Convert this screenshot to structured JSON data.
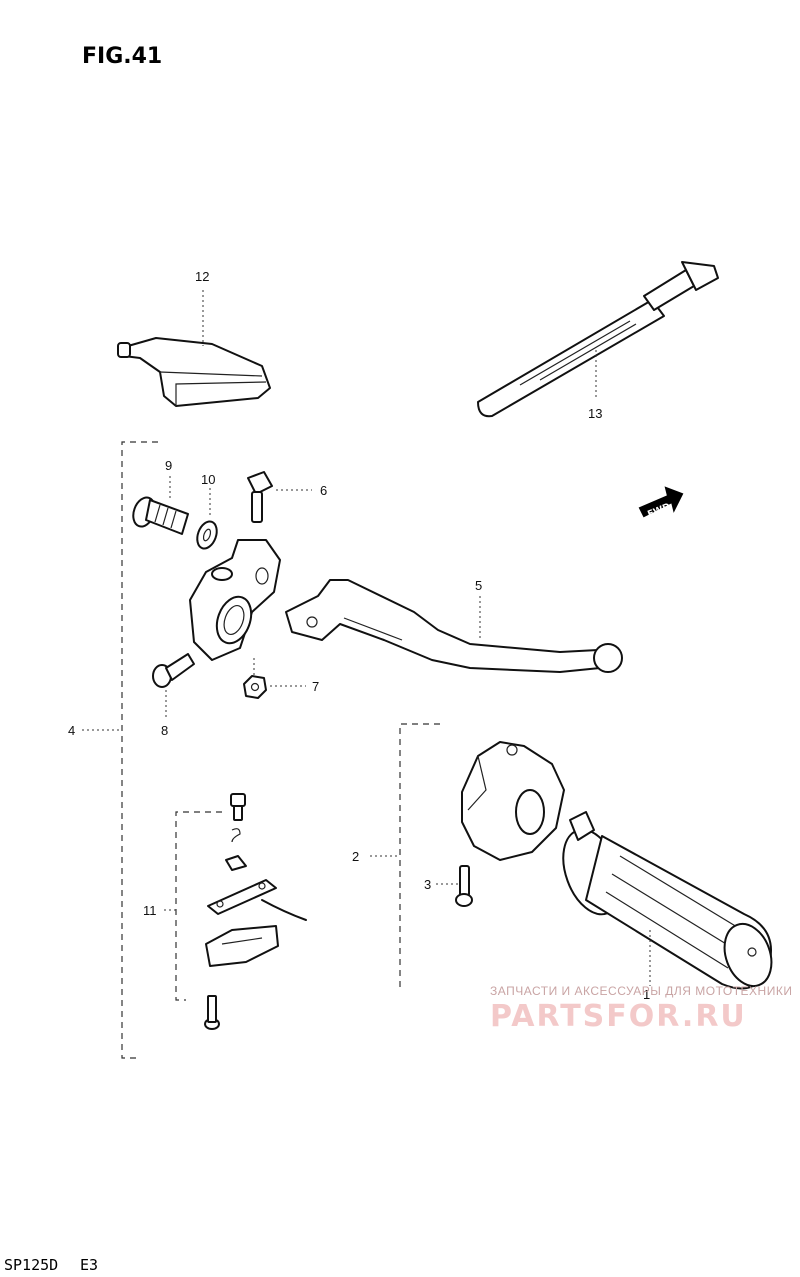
{
  "figure": {
    "title": "FIG.41"
  },
  "model_code": "SP125D",
  "region_code": "E3",
  "fwd_badge": "FWD",
  "callouts": {
    "c1": "1",
    "c2": "2",
    "c3": "3",
    "c4": "4",
    "c5": "5",
    "c6": "6",
    "c7": "7",
    "c8": "8",
    "c9": "9",
    "c10": "10",
    "c11": "11",
    "c12": "12",
    "c13": "13"
  },
  "watermark": {
    "tagline": "ЗАПЧАСТИ И АКСЕССУАРЫ ДЛЯ МОТОТЕХНИКИ",
    "site": "PARTSFOR.RU"
  },
  "colors": {
    "ink": "#111111",
    "watermark": "#f3c9c9"
  }
}
